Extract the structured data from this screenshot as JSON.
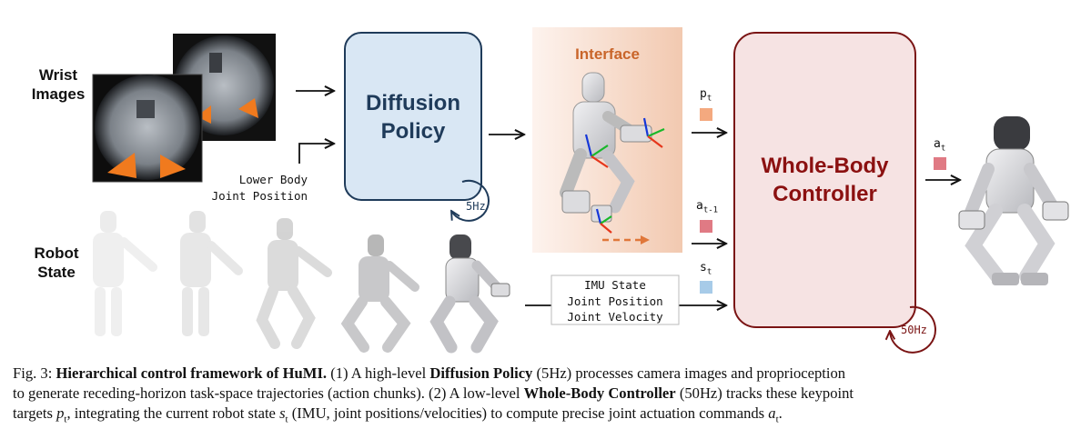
{
  "labels": {
    "wrist_images": "Wrist\nImages",
    "robot_state": "Robot\nState",
    "lower_body": "Lower Body\nJoint Position",
    "diffusion_policy": "Diffusion\nPolicy",
    "rate_5hz": "5Hz",
    "interface": "Interface",
    "whole_body_controller": "Whole-Body\nController",
    "rate_50hz": "50Hz",
    "imu_box": "IMU State\nJoint Position\nJoint Velocity",
    "p_t": "p",
    "p_t_sub": "t",
    "a_prev": "a",
    "a_prev_sub": "t-1",
    "s_t": "s",
    "s_t_sub": "t",
    "a_t": "a",
    "a_t_sub": "t"
  },
  "colors": {
    "policy_fill": "#d9e7f4",
    "policy_stroke": "#1f3b5a",
    "policy_text": "#1f3b5a",
    "controller_fill": "#f6e3e3",
    "controller_stroke": "#7a1414",
    "controller_text": "#8b1010",
    "interface_text": "#c9652a",
    "p_square": "#f4a97f",
    "a_square": "#e07a84",
    "s_square": "#a7cbe8"
  },
  "caption": {
    "fig": "Fig. 3: ",
    "title": "Hierarchical control framework of HuMI.",
    "l1_a": " (1) A high-level ",
    "l1_b": "Diffusion Policy",
    "l1_c": " (5Hz) processes camera images and proprioception",
    "l2": "to generate receding-horizon task-space trajectories (action chunks). (2) A low-level ",
    "l2_b": "Whole-Body Controller",
    "l2_c": " (50Hz) tracks these keypoint",
    "l3_a": "targets ",
    "l3_pt": "p",
    "l3_pt_sub": "t",
    "l3_b": ", integrating the current robot state ",
    "l3_st": "s",
    "l3_st_sub": "t",
    "l3_c": " (IMU, joint positions/velocities) to compute precise joint actuation commands ",
    "l3_at": "a",
    "l3_at_sub": "t",
    "l3_d": "."
  }
}
